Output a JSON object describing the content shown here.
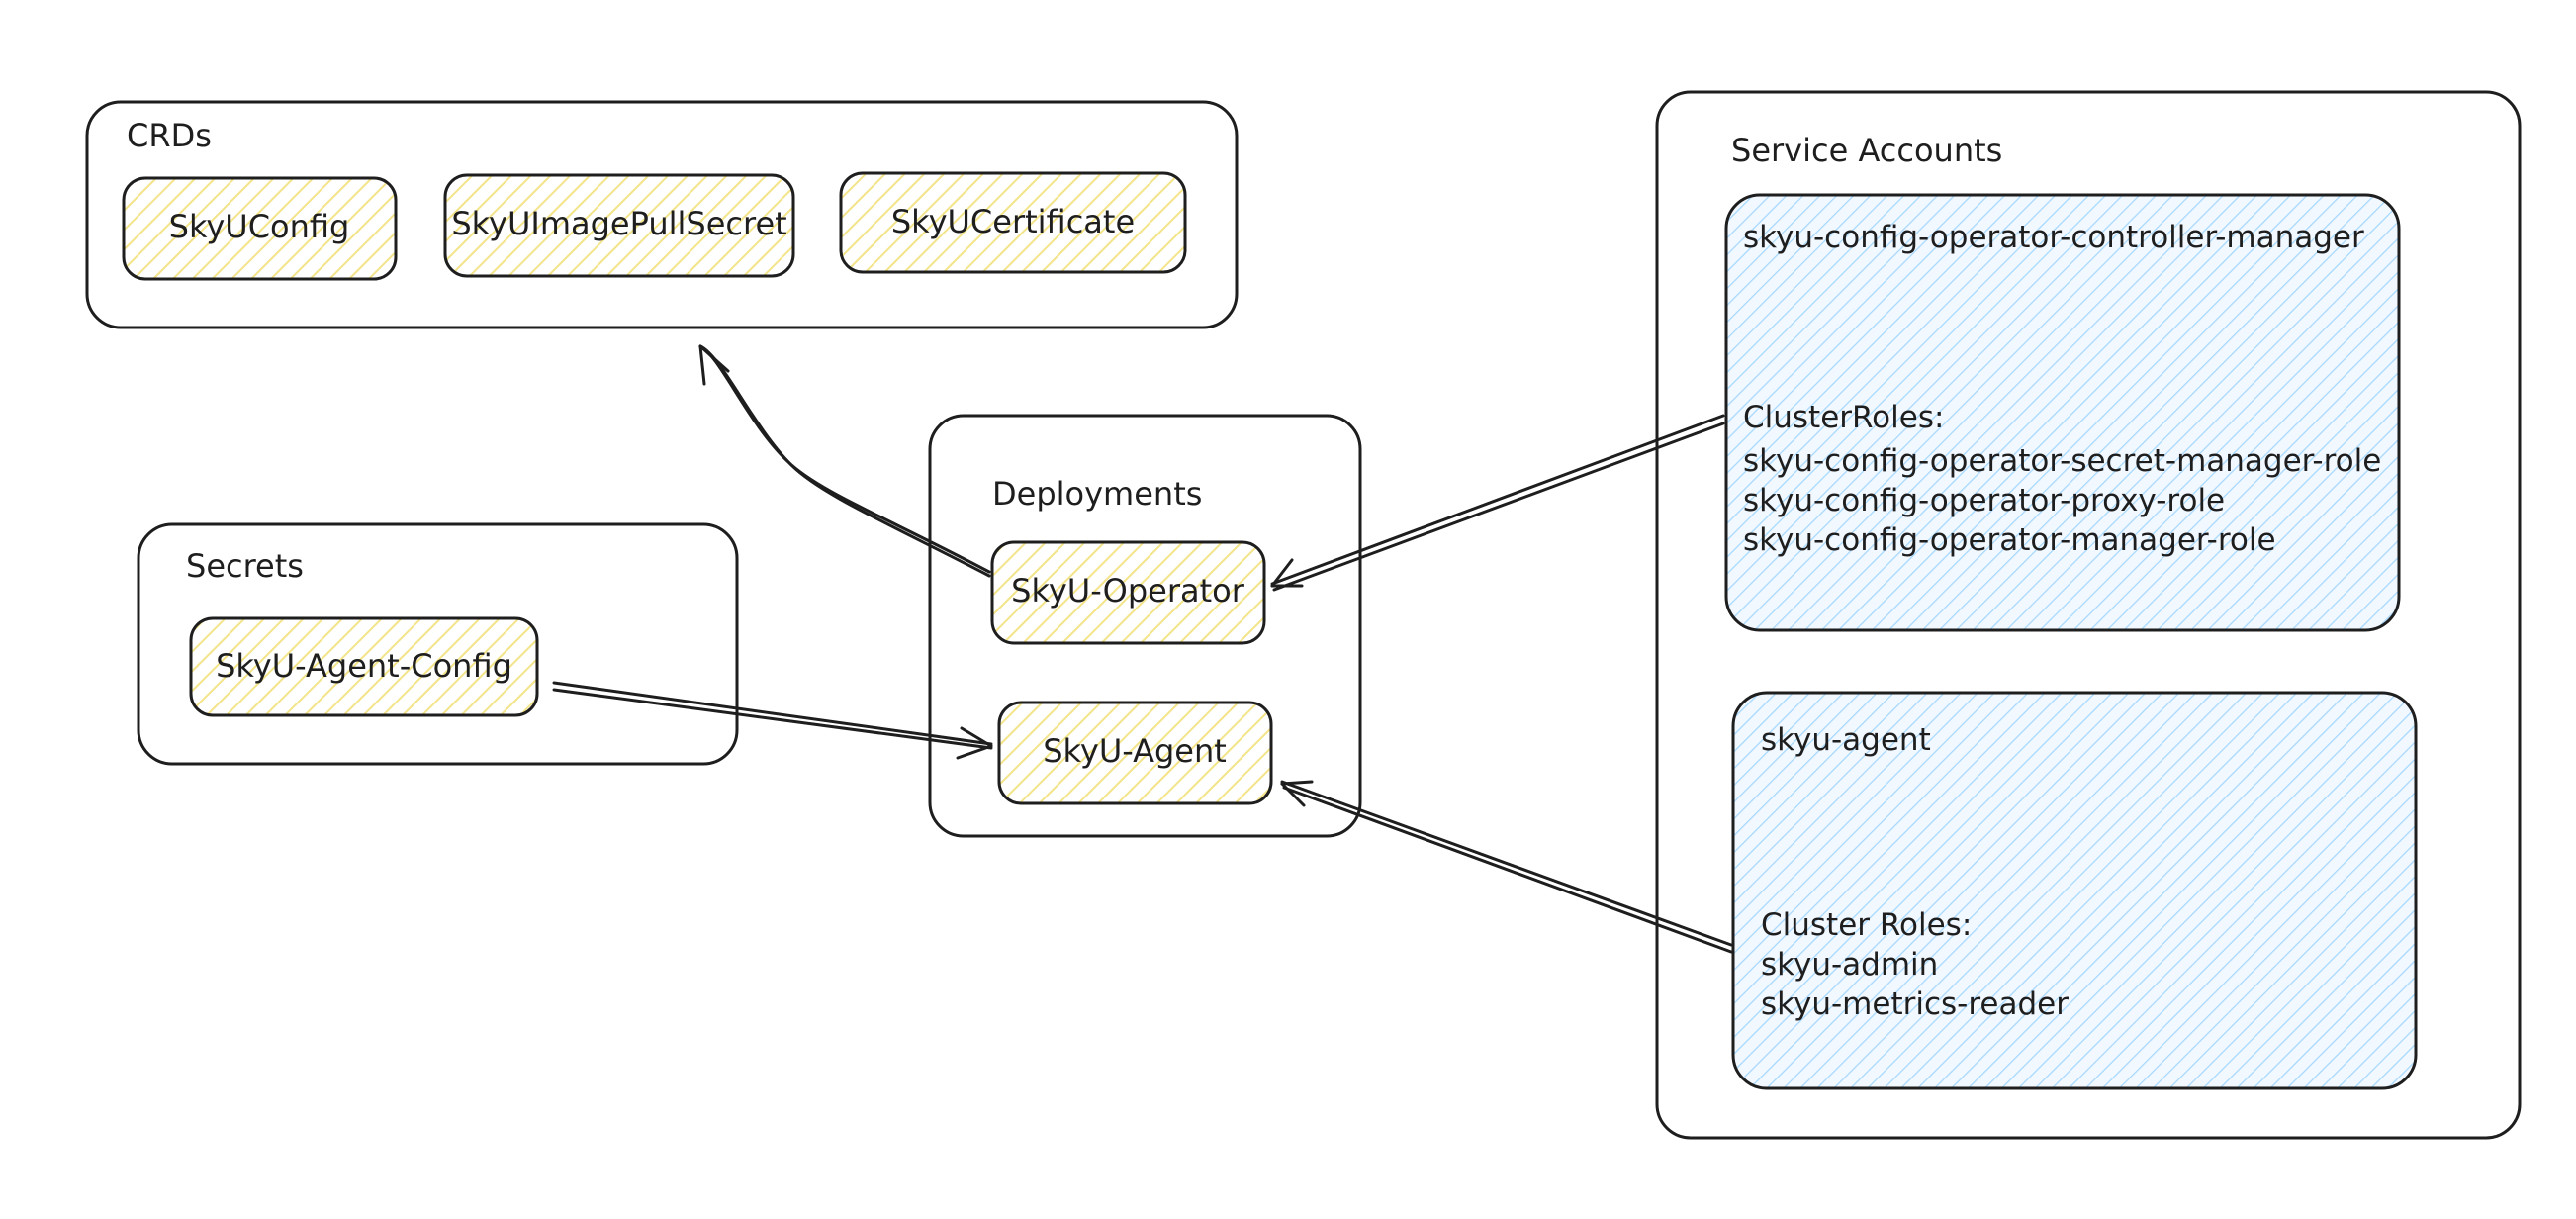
{
  "crds": {
    "title": "CRDs",
    "items": [
      "SkyUConfig",
      "SkyUImagePullSecret",
      "SkyUCertificate"
    ]
  },
  "secrets": {
    "title": "Secrets",
    "items": [
      "SkyU-Agent-Config"
    ]
  },
  "deployments": {
    "title": "Deployments",
    "items": [
      "SkyU-Operator",
      "SkyU-Agent"
    ]
  },
  "service_accounts": {
    "title": "Service Accounts",
    "accounts": [
      {
        "name": "skyu-config-operator-controller-manager",
        "roles_heading": "ClusterRoles:",
        "roles": [
          "skyu-config-operator-secret-manager-role",
          "skyu-config-operator-proxy-role",
          "skyu-config-operator-manager-role"
        ]
      },
      {
        "name": "skyu-agent",
        "roles_heading": "Cluster Roles:",
        "roles": [
          "skyu-admin",
          "skyu-metrics-reader"
        ]
      }
    ]
  },
  "colors": {
    "stroke": "#1e1e1e",
    "node_hatch": "#ffec99",
    "account_hatch": "#a5d8ff",
    "account_fill": "#eaf5ff"
  }
}
